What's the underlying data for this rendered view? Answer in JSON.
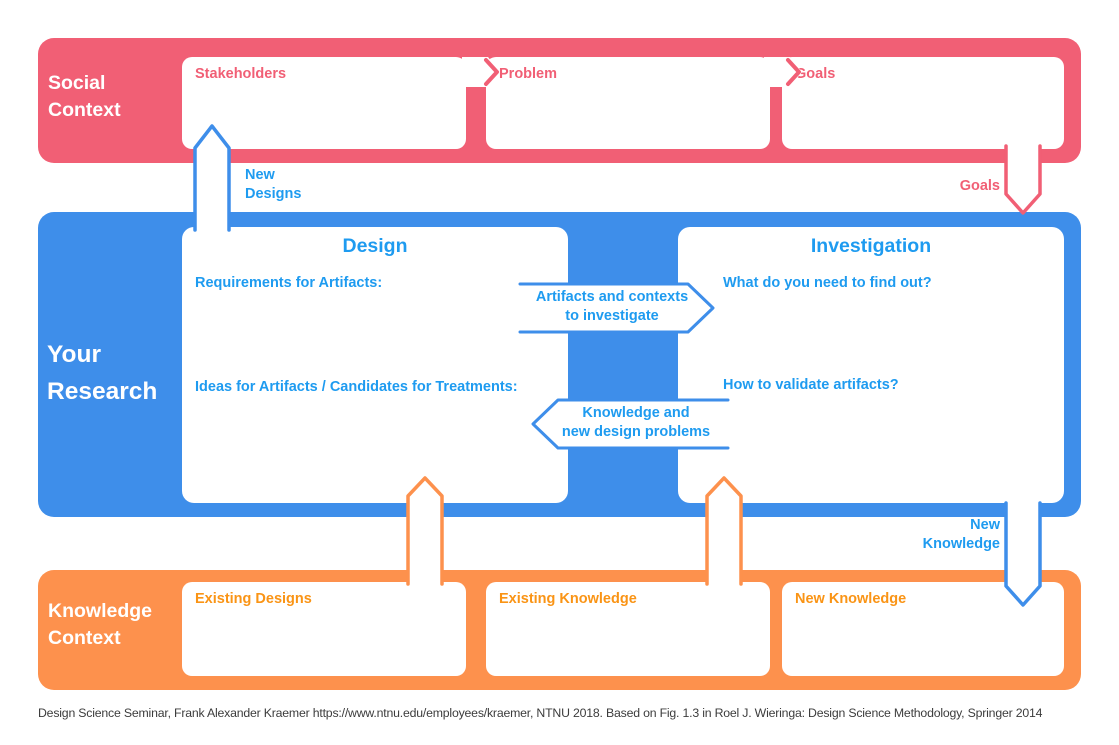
{
  "colors": {
    "band_pink": "#F15F75",
    "band_blue": "#3E8EEA",
    "band_orange": "#FD914D",
    "text_blue": "#1E9BF0",
    "text_pink": "#F15F75",
    "text_orange": "#FA9415",
    "footer_gray": "#3C3C3C"
  },
  "social_context": {
    "label_line1": "Social",
    "label_line2": "Context",
    "boxes": [
      {
        "label": "Stakeholders"
      },
      {
        "label": "Problem"
      },
      {
        "label": "Goals"
      }
    ]
  },
  "your_research": {
    "label_line1": "Your",
    "label_line2": "Research",
    "design": {
      "title": "Design",
      "prompt1": "Requirements for Artifacts:",
      "prompt2": "Ideas for Artifacts / Candidates for Treatments:"
    },
    "investigation": {
      "title": "Investigation",
      "prompt1": "What do you need to find out?",
      "prompt2": "How to validate artifacts?"
    }
  },
  "knowledge_context": {
    "label_line1": "Knowledge",
    "label_line2": "Context",
    "boxes": [
      {
        "label": "Existing Designs"
      },
      {
        "label": "Existing Knowledge"
      },
      {
        "label": "New Knowledge"
      }
    ]
  },
  "arrows": {
    "new_designs": {
      "line1": "New",
      "line2": "Designs"
    },
    "goals": {
      "label": "Goals"
    },
    "new_knowledge": {
      "line1": "New",
      "line2": "Knowledge"
    },
    "artifacts_banner": {
      "line1": "Artifacts and contexts",
      "line2": "to investigate"
    },
    "knowledge_banner": {
      "line1": "Knowledge and",
      "line2": "new design problems"
    }
  },
  "footer": {
    "text": "Design Science Seminar, Frank Alexander Kraemer https://www.ntnu.edu/employees/kraemer, NTNU 2018. Based on Fig. 1.3 in Roel J. Wieringa: Design Science Methodology, Springer 2014"
  }
}
